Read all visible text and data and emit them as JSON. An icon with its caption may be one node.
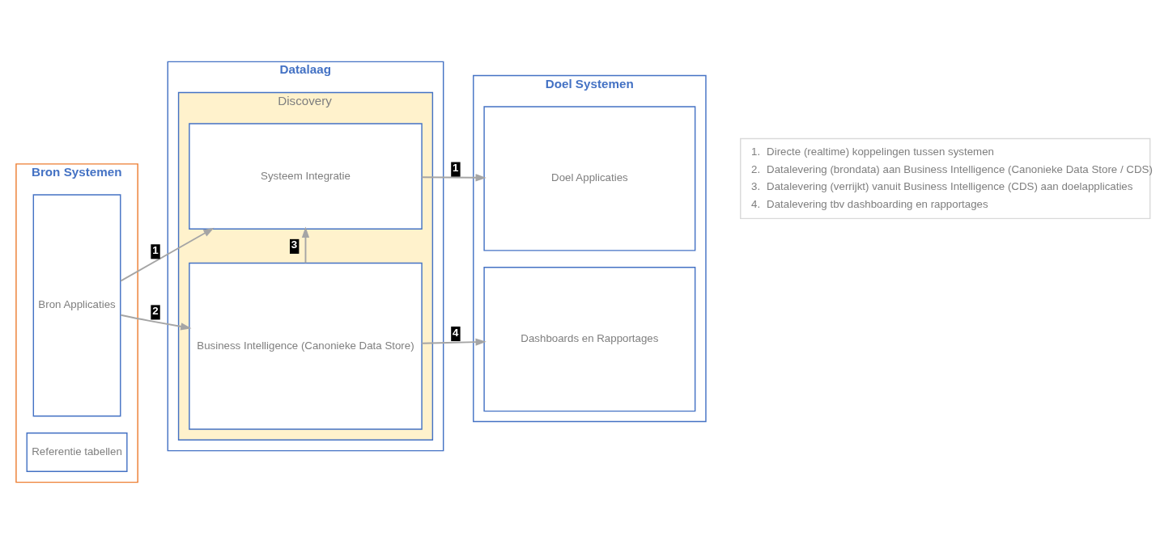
{
  "diagram": {
    "nodes": [
      {
        "text": [
          "Bron Systemen"
        ]
      },
      {
        "text": [
          "Bron Applicaties"
        ],
        "in": 0
      },
      {
        "text": [
          "Referentie tabellen"
        ],
        "in": 0
      },
      {
        "text": [
          "Datalaag"
        ]
      },
      {
        "text": [
          "Discovery"
        ],
        "in": 3
      },
      {
        "text": [
          "Systeem Integratie"
        ],
        "in": 4
      },
      {
        "text": [
          "Business Intelligence (Canonieke Data Store)"
        ],
        "in": 4
      },
      {
        "text": [
          "Doel Systemen"
        ]
      },
      {
        "text": [
          "Doel Applicaties"
        ],
        "in": 7
      },
      {
        "text": [
          "Dashboards en Rapportages"
        ],
        "in": 7
      }
    ],
    "edges": [
      {
        "from": 1,
        "to": 5,
        "arrow": "to",
        "label": "1"
      },
      {
        "from": 5,
        "to": 8,
        "arrow": "to",
        "label": "1"
      },
      {
        "from": 6,
        "to": 5,
        "arrow": "to",
        "label": "3"
      },
      {
        "from": 1,
        "to": 6,
        "arrow": "to",
        "label": "2"
      },
      {
        "from": 6,
        "to": 9,
        "arrow": "to",
        "label": "4"
      }
    ],
    "labels": [
      "1.",
      "Directe (realtime) koppelingen tussen systemen",
      "2.",
      "Datalevering (brondata) aan Business Intelligence (Canonieke Data Store / CDS)",
      "3.",
      "Datalevering (verrijkt) vanuit Business Intelligence (CDS) aan doelapplicaties",
      "4.",
      "Datalevering tbv dashboarding en rapportages"
    ]
  }
}
